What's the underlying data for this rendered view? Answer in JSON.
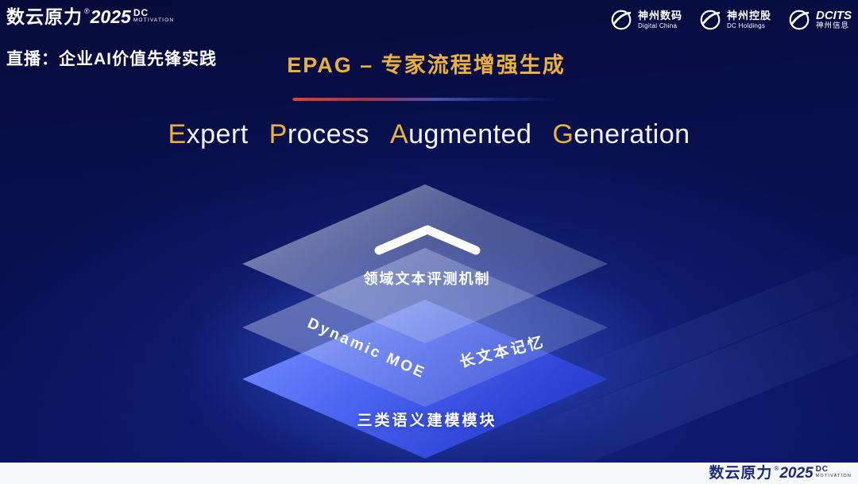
{
  "header": {
    "brand": {
      "name": "数云原力",
      "reg": "®",
      "year": "2025",
      "dc": "DC",
      "motivation": "MOTIVATION"
    },
    "live_label": "直播：企业AI价值先锋实践",
    "slide_title": "EPAG – 专家流程增强生成",
    "partner_logos": [
      {
        "title": "神州数码",
        "subtitle": "Digital China"
      },
      {
        "title": "神州控股",
        "subtitle": "DC Holdings"
      },
      {
        "title": "DCITS",
        "subtitle": "神州信息"
      }
    ]
  },
  "heading": {
    "words": [
      {
        "initial": "E",
        "rest": "xpert"
      },
      {
        "initial": "P",
        "rest": "rocess"
      },
      {
        "initial": "A",
        "rest": "ugmented"
      },
      {
        "initial": "G",
        "rest": "eneration"
      }
    ]
  },
  "diagram": {
    "top_layer_label": "领域文本评测机制",
    "middle_layer_left_label": "Dynamic MOE",
    "middle_layer_right_label": "长文本记忆",
    "bottom_layer_label": "三类语义建模模块"
  },
  "footer": {
    "brand": {
      "name": "数云原力",
      "reg": "®",
      "year": "2025",
      "dc": "DC",
      "motivation": "MOTIVATION"
    }
  },
  "colors": {
    "gold": "#e9b13c",
    "background_dark": "#060b3a",
    "background_mid": "#0c1666",
    "layer_blue": "#3d56e8",
    "footer_text": "#1b2a7a",
    "divider_red": "#e8402e",
    "divider_blue": "#2d4bcd"
  }
}
